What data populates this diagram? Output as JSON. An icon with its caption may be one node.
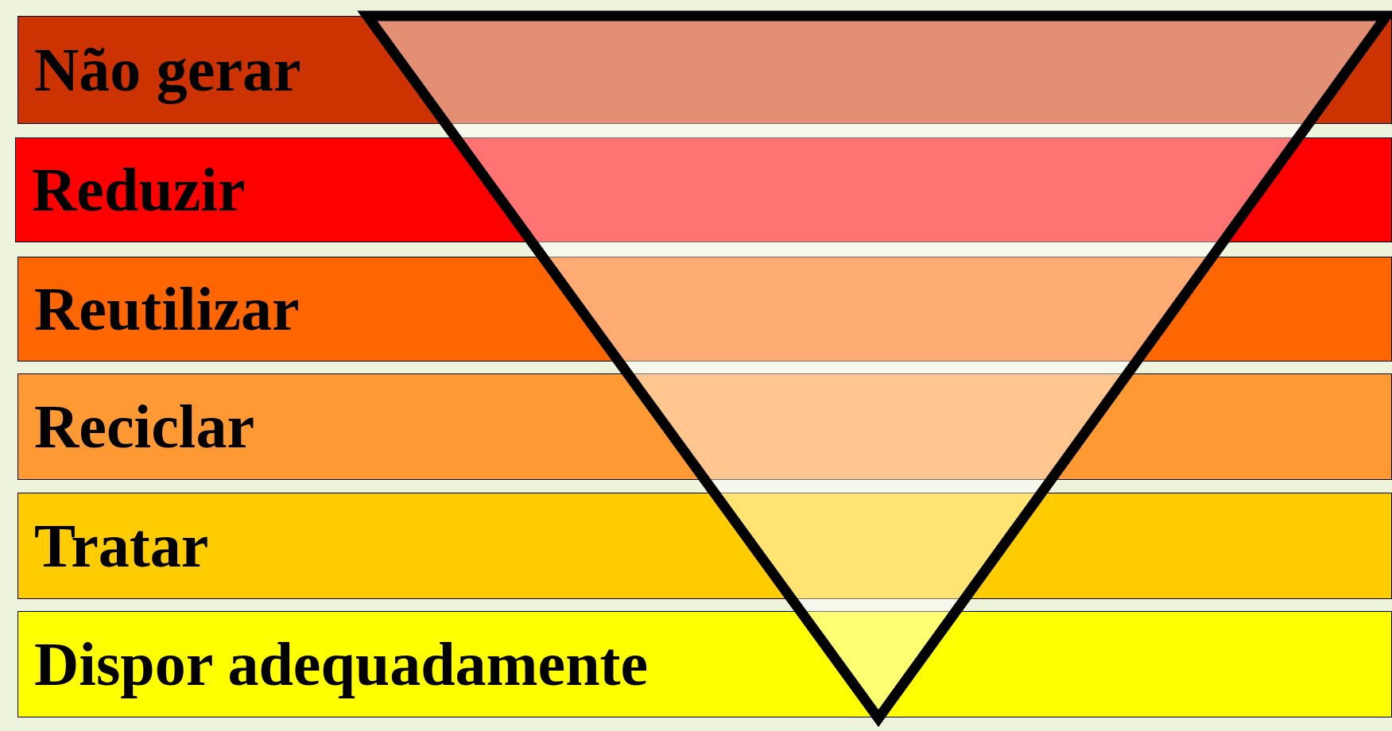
{
  "diagram": {
    "nodes": [
      {
        "text": [
          "Não gerar"
        ]
      },
      {
        "text": [
          "Reduzir"
        ]
      },
      {
        "text": [
          "Reutilizar"
        ]
      },
      {
        "text": [
          "Reciclar"
        ]
      },
      {
        "text": [
          "Tratar"
        ]
      },
      {
        "text": [
          "Dispor adequadamente"
        ]
      }
    ]
  }
}
